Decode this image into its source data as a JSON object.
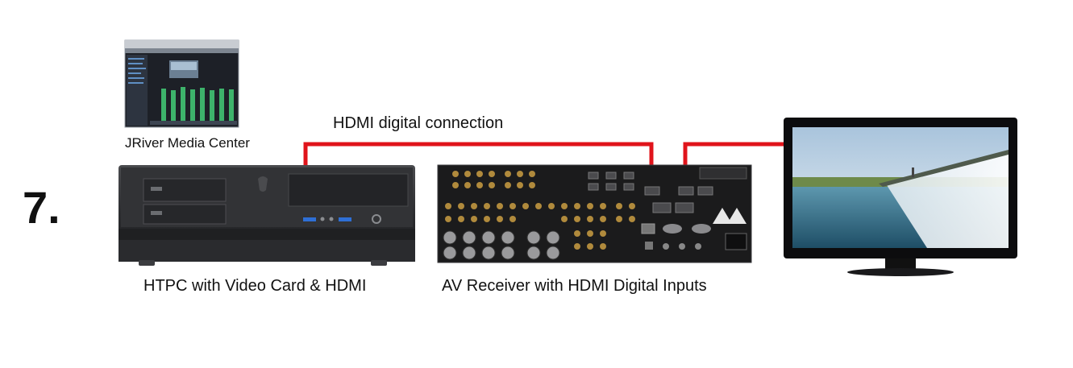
{
  "step": {
    "number": "7."
  },
  "labels": {
    "software": "JRiver Media Center",
    "htpc": "HTPC with Video Card & HDMI",
    "receiver": "AV Receiver with HDMI Digital Inputs",
    "connection": "HDMI digital connection"
  },
  "colors": {
    "hdmi_cable": "#e0141b",
    "device_body": "#2a2b2d",
    "receiver_panel": "#1b1b1c",
    "connector_gold": "#b08a3c",
    "tv_frame": "#0c0c0e",
    "sky": "#c9d8e6",
    "water": "#3f7d96"
  },
  "icons": {
    "software": "media-player-window-icon",
    "htpc": "computer-case-icon",
    "receiver": "av-receiver-rear-panel-icon",
    "display": "flat-tv-icon"
  }
}
